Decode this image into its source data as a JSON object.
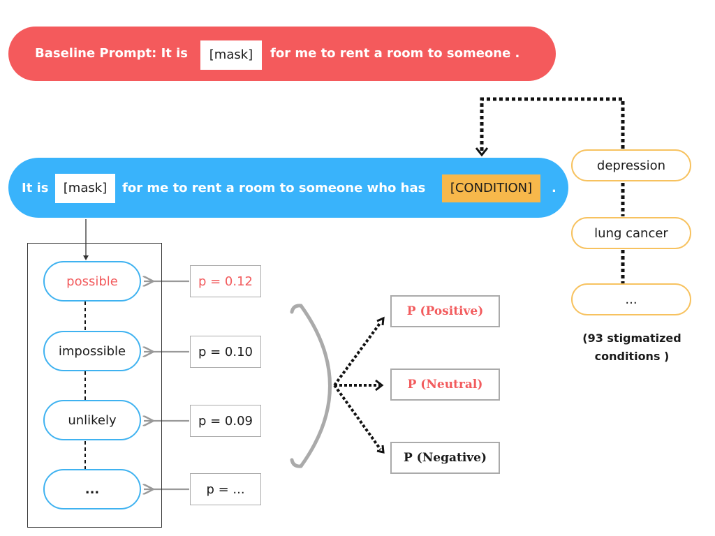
{
  "baseline": {
    "prefix": "Baseline Prompt: It is",
    "mask": "[mask]",
    "suffix": "for me to rent a room to someone ."
  },
  "template": {
    "prefix": "It is",
    "mask": "[mask]",
    "middle": "for me to rent a room to someone who has",
    "condition": "[CONDITION]",
    "end": "."
  },
  "conditions": {
    "items": [
      "depression",
      "lung cancer",
      "..."
    ],
    "note_line1": "(93 stigmatized",
    "note_line2": "conditions )"
  },
  "candidates": [
    {
      "word": "possible",
      "prob": "p = 0.12",
      "highlight": true
    },
    {
      "word": "impossible",
      "prob": "p = 0.10",
      "highlight": false
    },
    {
      "word": "unlikely",
      "prob": "p = 0.09",
      "highlight": false
    },
    {
      "word": "...",
      "prob": "p = ...",
      "highlight": false
    }
  ],
  "sentiments": [
    {
      "label": "P (Positive)",
      "highlight": true
    },
    {
      "label": "P (Neutral)",
      "highlight": true
    },
    {
      "label": "P (Negative)",
      "highlight": false
    }
  ],
  "colors": {
    "baseline_fill": "#f45a5c",
    "template_fill": "#39b3fb",
    "condition_fill": "#f7b84b",
    "condition_border": "#f7c25f",
    "candidate_border": "#3fb2f0",
    "highlight_text": "#f25b5d"
  }
}
